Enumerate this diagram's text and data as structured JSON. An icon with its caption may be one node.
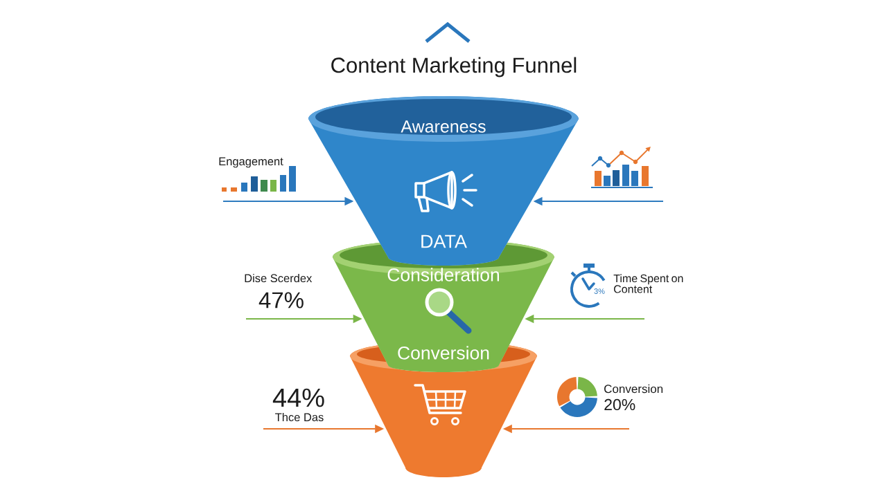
{
  "diagram": {
    "title": "Content Marketing Funnel",
    "nodes": [
      {
        "text": [
          "Awareness",
          "DATA"
        ]
      },
      {
        "text": [
          "Consideration",
          "Conversion"
        ]
      },
      {
        "text": [],
        "shape": "funnel"
      }
    ],
    "edges": [
      {
        "from": null,
        "to": 0,
        "arrow": "to",
        "color": "#2e7bbf"
      },
      {
        "from": null,
        "to": 0,
        "arrow": "to",
        "color": "#2e7bbf"
      },
      {
        "from": null,
        "to": 1,
        "arrow": "to",
        "color": "#7ab648"
      },
      {
        "from": null,
        "to": 1,
        "arrow": "to",
        "color": "#7ab648"
      },
      {
        "from": null,
        "to": 2,
        "arrow": "to",
        "color": "#e8772e"
      },
      {
        "from": null,
        "to": 2,
        "arrow": "to",
        "color": "#e8772e"
      }
    ],
    "labels": [
      "Engagement",
      "Dise Scerdex",
      "47%",
      "3%",
      "Time Spent on Content",
      "44%",
      "Thce Das",
      "Conversion",
      "20%"
    ]
  }
}
